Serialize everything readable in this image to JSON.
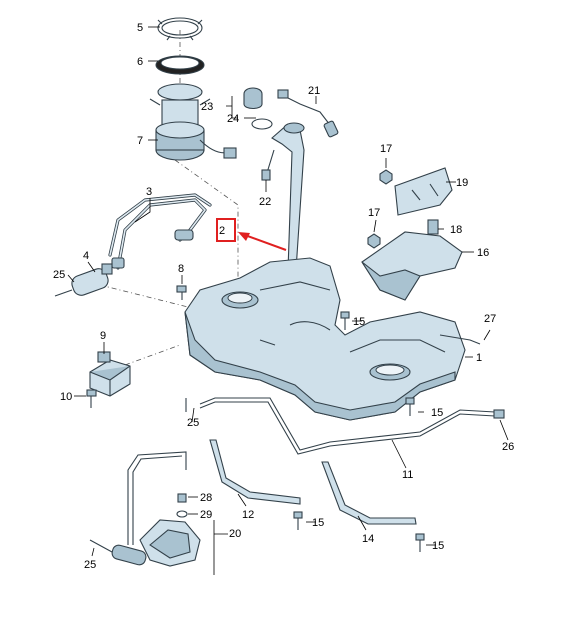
{
  "labels": {
    "l1": "1",
    "l2": "2",
    "l3": "3",
    "l4": "4",
    "l5": "5",
    "l6": "6",
    "l7": "7",
    "l8": "8",
    "l9": "9",
    "l10": "10",
    "l11": "11",
    "l12": "12",
    "l14": "14",
    "l15a": "15",
    "l15b": "15",
    "l15c": "15",
    "l15d": "15",
    "l15e": "15",
    "l16": "16",
    "l17a": "17",
    "l17b": "17",
    "l18": "18",
    "l19": "19",
    "l20": "20",
    "l21": "21",
    "l22": "22",
    "l23": "23",
    "l24": "24",
    "l25a": "25",
    "l25b": "25",
    "l25c": "25",
    "l26": "26",
    "l27": "27",
    "l28": "28",
    "l29": "29"
  },
  "colors": {
    "highlight_box": "#e02020",
    "highlight_arrow": "#e02020",
    "part_fill": "#cfe0ea",
    "part_stroke": "#33414a"
  }
}
